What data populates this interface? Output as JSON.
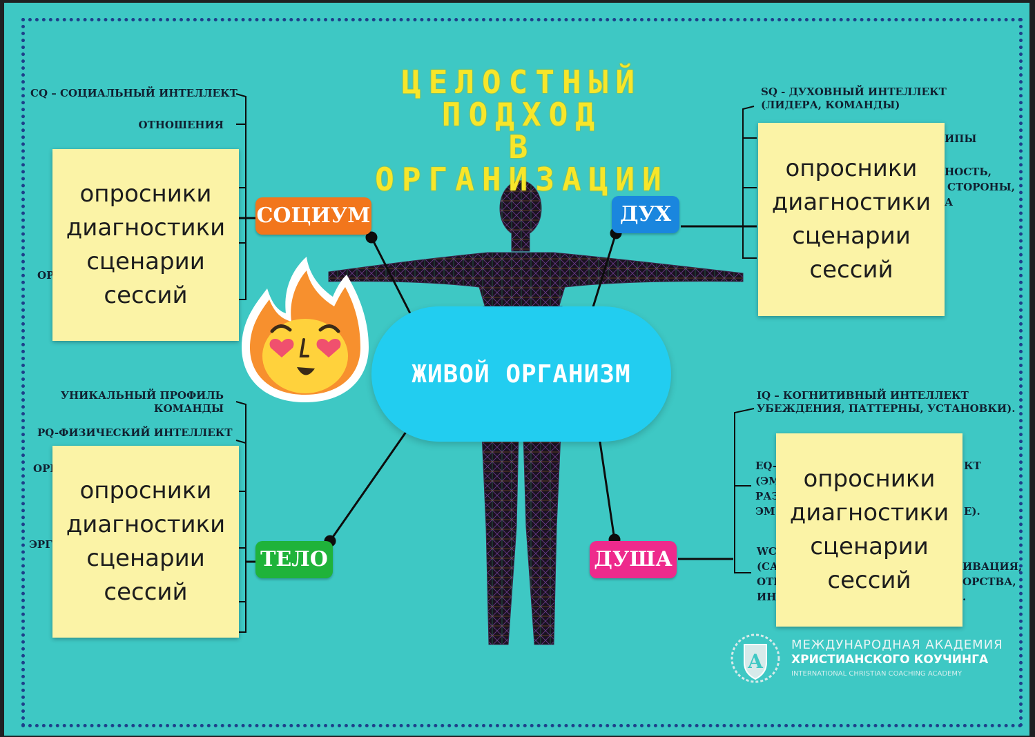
{
  "title_lines": [
    "ЦЕЛОСТНЫЙ",
    "ПОДХОД",
    "В ОРГАНИЗАЦИИ"
  ],
  "center_label": "ЖИВОЙ ОРГАНИЗМ",
  "tags": {
    "socium": {
      "label": "СОЦИУМ",
      "color": "#f2761c"
    },
    "dukh": {
      "label": "ДУХ",
      "color": "#1a86de"
    },
    "telo": {
      "label": "ТЕЛО",
      "color": "#1fb33a"
    },
    "dusha": {
      "label": "ДУША",
      "color": "#ee2a8c"
    }
  },
  "left_top": {
    "cq": "CQ – СОЦИАЛЬНЫЙ ИНТЕЛЛЕКТ",
    "relations": "ОТНОШЕНИЯ",
    "frag_or": "ОР"
  },
  "left_bottom": {
    "profile_line1": "УНИКАЛЬНЫЙ ПРОФИЛЬ",
    "profile_line2": "КОМАНДЫ",
    "pq": "PQ-ФИЗИЧЕСКИЙ ИНТЕЛЛЕКТ",
    "frag_or": "ОРІ",
    "frag_erg": "ЭРГ"
  },
  "right_top": {
    "sq_line1": "SQ - ДУХОВНЫЙ ИНТЕЛЛЕКТ",
    "sq_line2": "(ЛИДЕРА, КОМАНДЫ)",
    "frag1": "ИПЫ",
    "frag2": "НОСТЬ,",
    "frag3": "СТОРОНЫ,",
    "frag4": "А"
  },
  "right_bottom": {
    "iq_line1": "IQ – КОГНИТИВНЫЙ ИНТЕЛЛЕКТ",
    "iq_line2": "УБЕЖДЕНИЯ, ПАТТЕРНЫ, УСТАНОВКИ).",
    "eq_frag1": "EQ-",
    "eq_frag2": "(ЭМ",
    "eq_frag3": "РАЗ",
    "eq_frag4": "ЭМ",
    "eq_frag_r1": "КТ",
    "eq_frag_r2": "Е).",
    "w_frag1": "WC",
    "w_frag2": "(СА",
    "w_frag3": "ОТІ",
    "w_frag4": "ИН",
    "w_frag_r1": "ИВАЦИЯ,",
    "w_frag_r2": "ОРСТВА,",
    "w_frag_r3": "."
  },
  "sticky_notes": {
    "line1": "опросники",
    "line2": "диагностики",
    "line3": "сценарии",
    "line4": "сессий"
  },
  "logo": {
    "line1": "МЕЖДУНАРОДНАЯ АКАДЕМИЯ",
    "line2": "ХРИСТИАНСКОГО КОУЧИНГА",
    "line3": "INTERNATIONAL CHRISTIAN COACHING ACADEMY",
    "emblem_letter": "A"
  },
  "colors": {
    "background": "#3ec8c4",
    "title": "#f7e62a",
    "center_pill": "#22cdf0",
    "sticky": "#fbf3a6",
    "border_dots": "#1e3f8a"
  },
  "sticker": "fire-face-sticker"
}
